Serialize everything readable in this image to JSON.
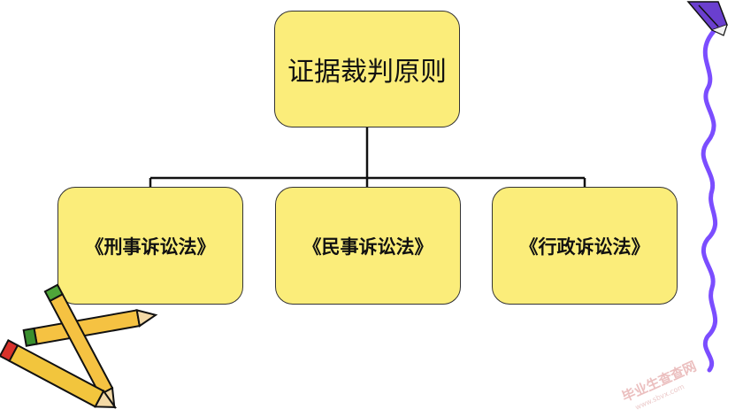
{
  "diagram": {
    "root": {
      "label": "证据裁判原则"
    },
    "children": [
      {
        "label": "《刑事诉讼法》"
      },
      {
        "label": "《民事诉讼法》"
      },
      {
        "label": "《行政诉讼法》"
      }
    ]
  },
  "watermark": {
    "text": "毕业生查查网",
    "url": "www.sbvx.com"
  },
  "colors": {
    "box_fill": "#fbed7a",
    "box_border": "#333333",
    "connector": "#111111",
    "squiggle": "#7b4dff"
  },
  "icons": [
    "pencils-icon",
    "quill-pen-icon"
  ]
}
